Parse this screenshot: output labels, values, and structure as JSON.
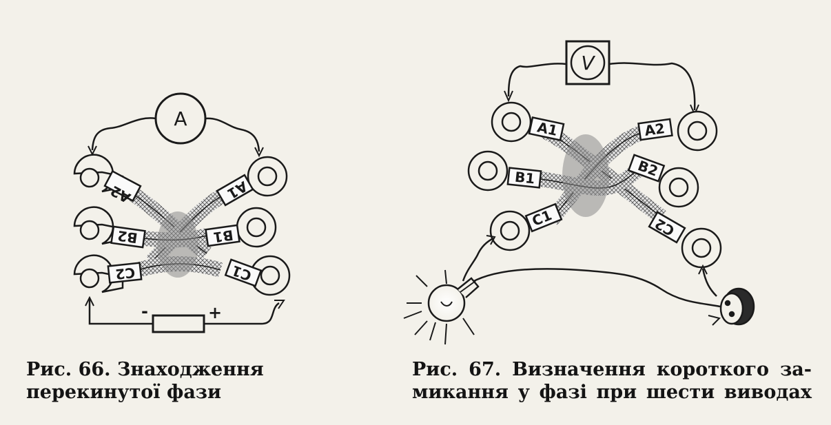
{
  "figures": [
    {
      "id": "fig66",
      "meter": "A",
      "terminals": [
        "A2",
        "B2",
        "C2",
        "A1",
        "B1",
        "C1"
      ],
      "polarity": [
        "-",
        "+"
      ],
      "caption_line1": "Рис. 66. Знаходження",
      "caption_line2": "перекинутої фази"
    },
    {
      "id": "fig67",
      "meter": "V",
      "terminals": [
        "A1",
        "B1",
        "C1",
        "A2",
        "B2",
        "C2"
      ],
      "caption_line1": "Рис. 67. Визначення короткого за-",
      "caption_line2": "микання у фазі при шести виводах"
    }
  ],
  "colors": {
    "ink": "#1a1a1a",
    "paper": "#f3f1ea",
    "sleeve": "#fafafa",
    "braid": "#c9c9c9"
  },
  "icons": [
    "ammeter-icon",
    "voltmeter-icon",
    "resistor-icon",
    "light-bulb-icon",
    "plug-icon"
  ]
}
